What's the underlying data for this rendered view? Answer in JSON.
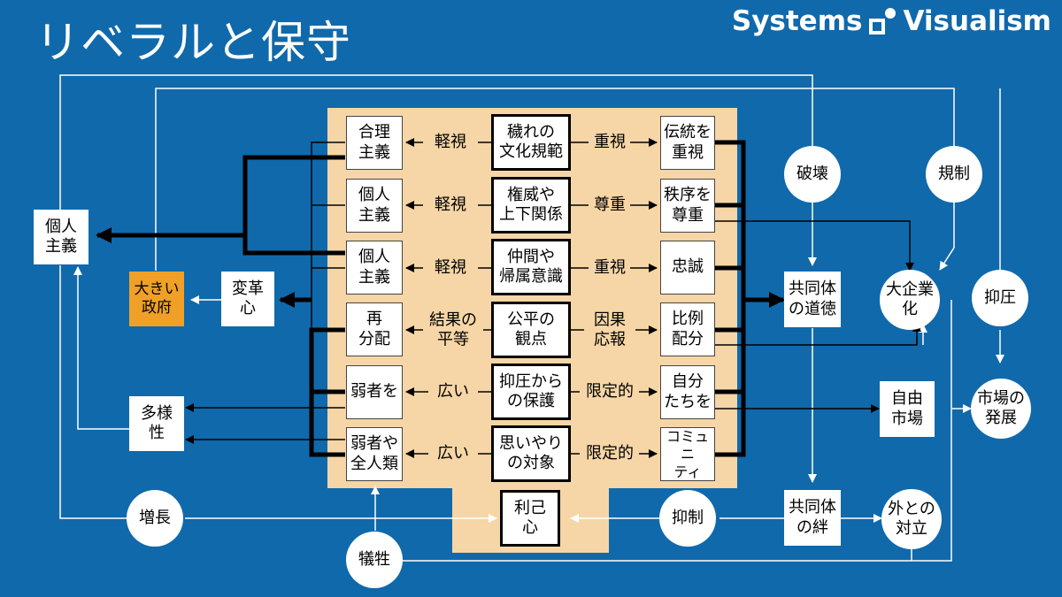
{
  "title": "リベラルと保守",
  "brand": "Systems Visualism",
  "nodes": {
    "gouri": "合理\n主義",
    "kojin1": "個人\n主義",
    "kojin2": "個人\n主義",
    "saibunpai": "再\n分配",
    "jakusha": "弱者を",
    "jakusha_zen": "弱者や\n全人類",
    "kegare": "穢れの\n文化規範",
    "keni": "権威や\n上下関係",
    "nakama": "仲間や\n帰属意識",
    "kouhei": "公平の\n観点",
    "yokuatsu": "抑圧から\nの保護",
    "omoiyari": "思いやり\nの対象",
    "riko": "利己\n心",
    "dentou": "伝統を\n重視",
    "chitsujo": "秩序を\n尊重",
    "chusei": "忠誠",
    "hirei": "比例\n配分",
    "jibun": "自分\nたちを",
    "community": "コミュニ\nティ",
    "kojin_left": "個人\n主義",
    "ookii_seifu": "大きい\n政府",
    "henkaku": "変革\n心",
    "tayou": "多様\n性",
    "kyoudou_dotoku": "共同体\nの道徳",
    "kyoudou_kizuna": "共同体\nの絆",
    "jiyuu": "自由\n市場",
    "daikigyou": "大企業\n化",
    "hakai": "破壊",
    "kisei": "規制",
    "yokuatsu_c": "抑圧",
    "shijou": "市場の\n発展",
    "gaitai": "外との\n対立",
    "yokusei": "抑制",
    "zouchou": "増長",
    "gisei": "犠牲"
  },
  "labels": {
    "l1": "軽視",
    "l2": "軽視",
    "l3": "軽視",
    "l4": "結果の\n平等",
    "l5": "広い",
    "l6": "広い",
    "r1": "重視",
    "r2": "尊重",
    "r3": "重視",
    "r4": "因果\n応報",
    "r5": "限定的",
    "r6": "限定的"
  },
  "colors": {
    "background": "#1069ab",
    "panel": "#f6d6a6",
    "highlight": "#f0a026",
    "line": "#ffffff",
    "thick": "#000000"
  }
}
